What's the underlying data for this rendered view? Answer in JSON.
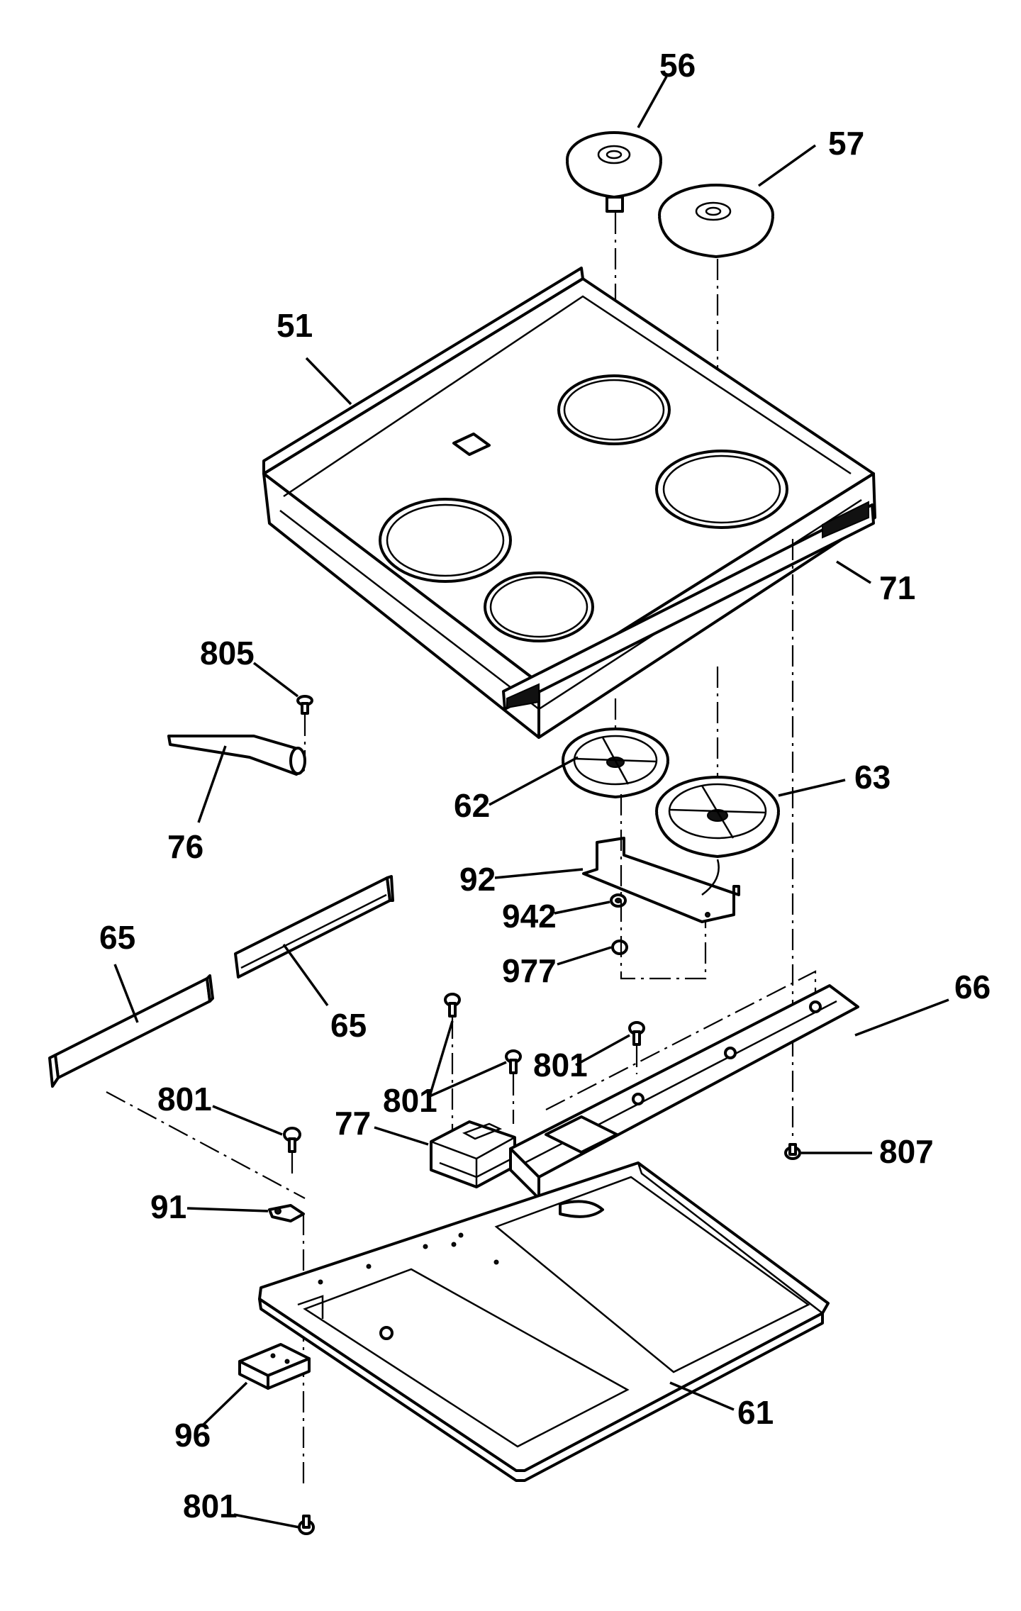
{
  "parts": [
    {
      "id": "56"
    },
    {
      "id": "57"
    },
    {
      "id": "51"
    },
    {
      "id": "71"
    },
    {
      "id": "805"
    },
    {
      "id": "76"
    },
    {
      "id": "62"
    },
    {
      "id": "63"
    },
    {
      "id": "92"
    },
    {
      "id": "942"
    },
    {
      "id": "977"
    },
    {
      "id": "65"
    },
    {
      "id": "65"
    },
    {
      "id": "66"
    },
    {
      "id": "801"
    },
    {
      "id": "801"
    },
    {
      "id": "77"
    },
    {
      "id": "801"
    },
    {
      "id": "807"
    },
    {
      "id": "91"
    },
    {
      "id": "96"
    },
    {
      "id": "61"
    },
    {
      "id": "801"
    }
  ]
}
